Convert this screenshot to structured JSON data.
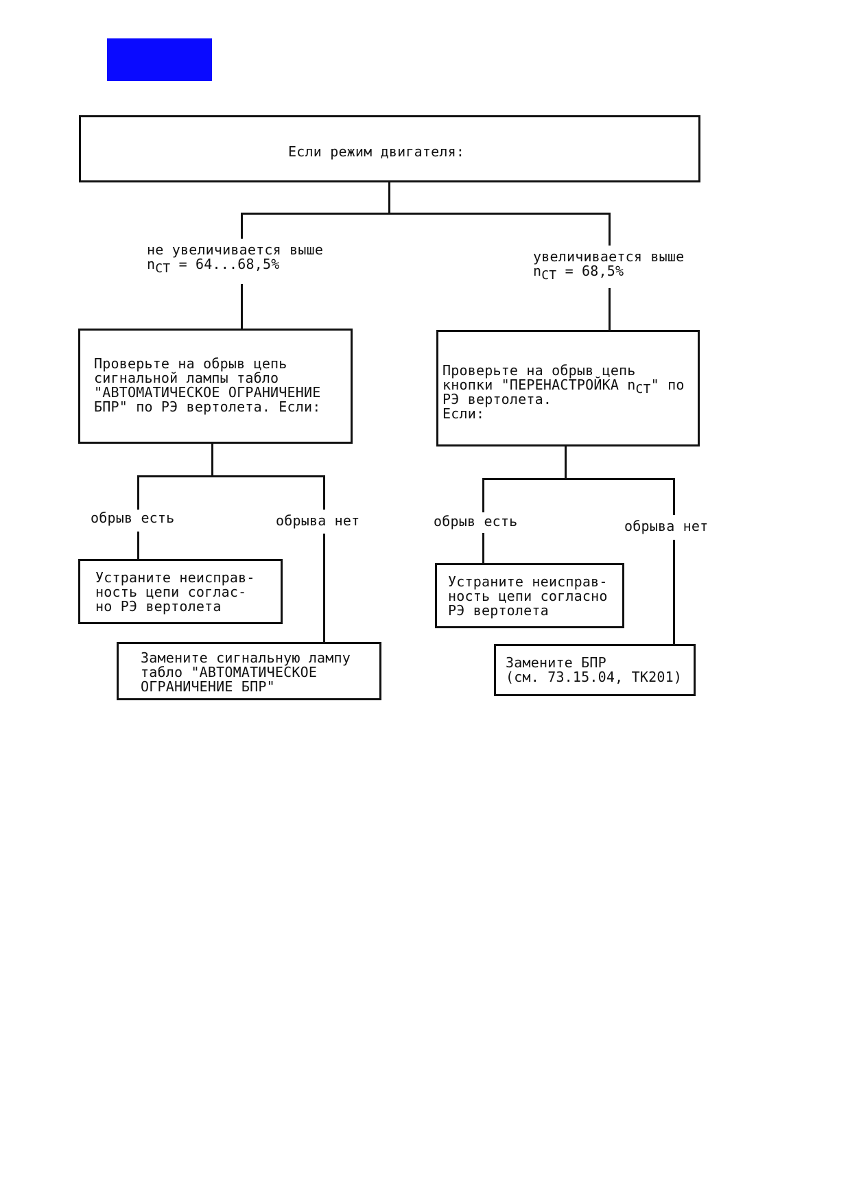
{
  "marker_color": "#0a0aff",
  "root": {
    "question": "Если режим двигателя:"
  },
  "left": {
    "condition_line1": "не увеличивается выше",
    "condition_n": "n",
    "condition_sub": "СТ",
    "condition_value": " = 64...68,5%",
    "check_text": "Проверьте на обрыв цепь\nсигнальной лампы табло\n\"АВТОМАТИЧЕСКОЕ ОГРАНИЧЕНИЕ\nБПР\" по РЭ вертолета. Если:",
    "branch_yes": "обрыв есть",
    "branch_no": "обрыва нет",
    "action_yes": "Устраните неисправ-\nность цепи соглас-\nно РЭ вертолета",
    "action_no": "Замените сигнальную лампу\nтабло \"АВТОМАТИЧЕСКОЕ\nОГРАНИЧЕНИЕ БПР\""
  },
  "right": {
    "condition_line1": "увеличивается выше",
    "condition_n": "n",
    "condition_sub": "СТ",
    "condition_value": " = 68,5%",
    "check_line1": "Проверьте на обрыв цепь",
    "check_line2_pre": "кнопки \"ПЕРЕНАСТРОЙКА n",
    "check_line2_sub": "СТ",
    "check_line2_post": "\" по",
    "check_line3": "РЭ вертолета.",
    "check_line4": "Если:",
    "branch_yes": "обрыв есть",
    "branch_no": "обрыва нет",
    "action_yes": "Устраните неисправ-\nность цепи согласно\nРЭ вертолета",
    "action_no": "Замените БПР\n(см. 73.15.04, ТК201)"
  }
}
